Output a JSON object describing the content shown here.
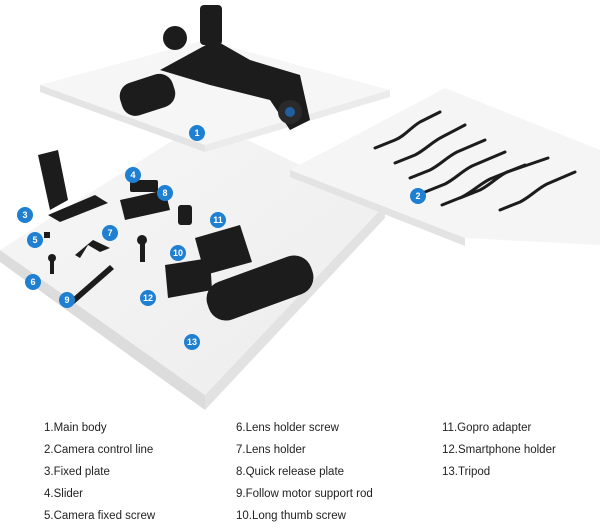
{
  "callouts": [
    "1",
    "2",
    "3",
    "4",
    "5",
    "6",
    "7",
    "8",
    "9",
    "10",
    "11",
    "12",
    "13"
  ],
  "legend": {
    "col1": [
      "1.Main body",
      "2.Camera control line",
      "3.Fixed plate",
      "4.Slider",
      "5.Camera fixed screw"
    ],
    "col2": [
      "6.Lens holder screw",
      "7.Lens holder",
      "8.Quick release plate",
      "9.Follow motor support rod",
      "10.Long thumb screw"
    ],
    "col3": [
      "11.Gopro adapter",
      "12.Smartphone holder",
      "13.Tripod"
    ]
  },
  "colors": {
    "badge": "#1f7fd1",
    "platform": "#f2f2f2",
    "product": "#1c1c1c"
  }
}
